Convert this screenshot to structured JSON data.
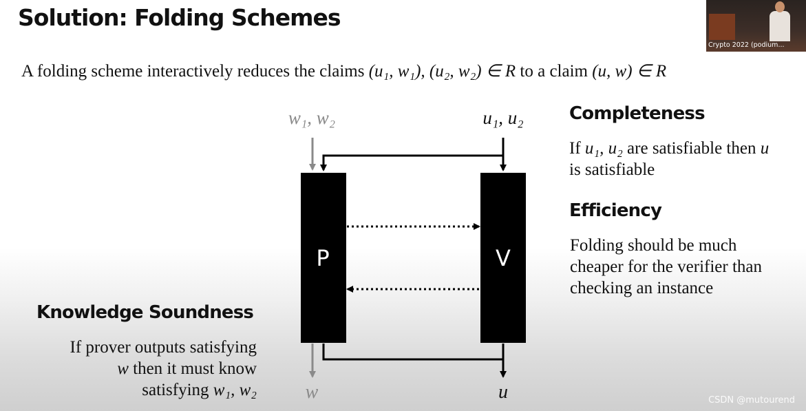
{
  "slide": {
    "title": "Solution: Folding Schemes",
    "subtitle": {
      "prefix": "A folding scheme interactively reduces the claims ",
      "claims": "(u₁, w₁), (u₂, w₂) ∈ R",
      "middle": " to a claim ",
      "result": "(u, w) ∈ R"
    }
  },
  "video_thumbnail": {
    "caption": "Crypto 2022 (podium..."
  },
  "diagram": {
    "prover_label": "P",
    "verifier_label": "V",
    "witness_inputs": "w₁, w₂",
    "instance_inputs": "u₁, u₂",
    "witness_output": "w",
    "instance_output": "u",
    "colors": {
      "box": "#000000",
      "witness_arrow": "#8a8a8a",
      "instance_arrow": "#000000"
    }
  },
  "completeness": {
    "heading": "Completeness",
    "line1_prefix": "If ",
    "line1_vars": "u₁, u₂",
    "line1_suffix": " are satisfiable then ",
    "line1_u": "u",
    "line2": "is satisfiable"
  },
  "efficiency": {
    "heading": "Efficiency",
    "line1": "Folding should be much",
    "line2": "cheaper for the verifier than",
    "line3": "checking an instance"
  },
  "knowledge_soundness": {
    "heading": "Knowledge Soundness",
    "line1": "If prover outputs satisfying",
    "line2_w": "w",
    "line2_rest": " then it must know",
    "line3_prefix": "satisfying ",
    "line3_vars": "w₁, w₂"
  },
  "watermark": "CSDN @mutourend"
}
